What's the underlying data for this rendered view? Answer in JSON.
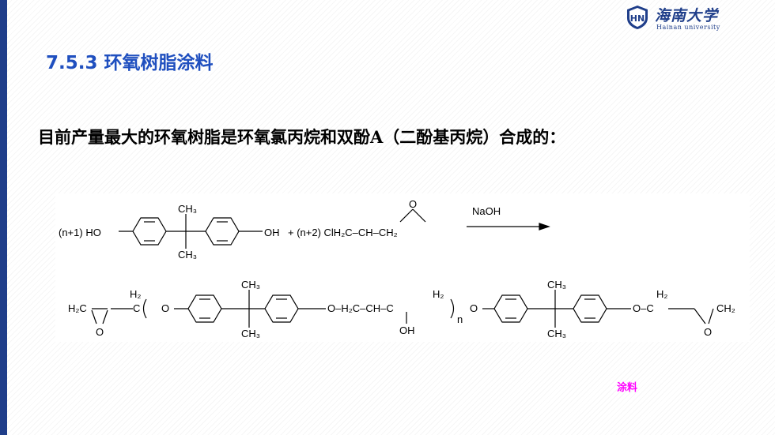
{
  "logo": {
    "name_cn": "海南大学",
    "name_en": "Hainan university",
    "badge": "HN"
  },
  "title": "7.5.3  环氧树脂涂料",
  "intro": "目前产量最大的环氧树脂是环氧氯丙烷和双酚A（二酚基丙烷）合成的：",
  "scheme": {
    "r1_coef": "(n+1) HO",
    "oh": "OH",
    "r2": "+ (n+2) ClH₂C–CH–CH₂",
    "naoh": "NaOH",
    "ch3": "CH₃",
    "o": "O",
    "h2c": "H₂C",
    "h2": "H₂",
    "c": "C",
    "ch": "CH",
    "ch2": "CH₂",
    "n": "n",
    "o_link1": "O",
    "o_link2": "O–H₂C–CH–C",
    "oh2": "OH",
    "o_link3": "O",
    "o_link4": "O–C"
  },
  "link": "涂料"
}
